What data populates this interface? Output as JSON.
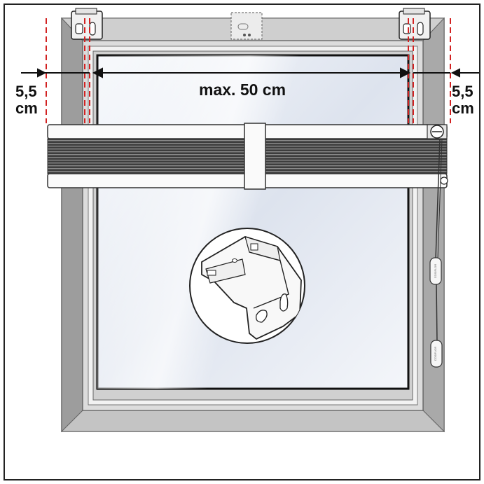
{
  "measurements": {
    "left_top": "5,5",
    "left_unit": "cm",
    "right_top": "5,5",
    "right_unit": "cm",
    "center": "max. 50 cm"
  },
  "brand_mark": "COSIFLOR",
  "colors": {
    "frame_outer": "#b9b9b9",
    "frame_dark": "#8c8c8c",
    "glass": "#e8ecf3",
    "dimension_line": "#d22222",
    "shade_fabric": "#4a4a4a"
  }
}
